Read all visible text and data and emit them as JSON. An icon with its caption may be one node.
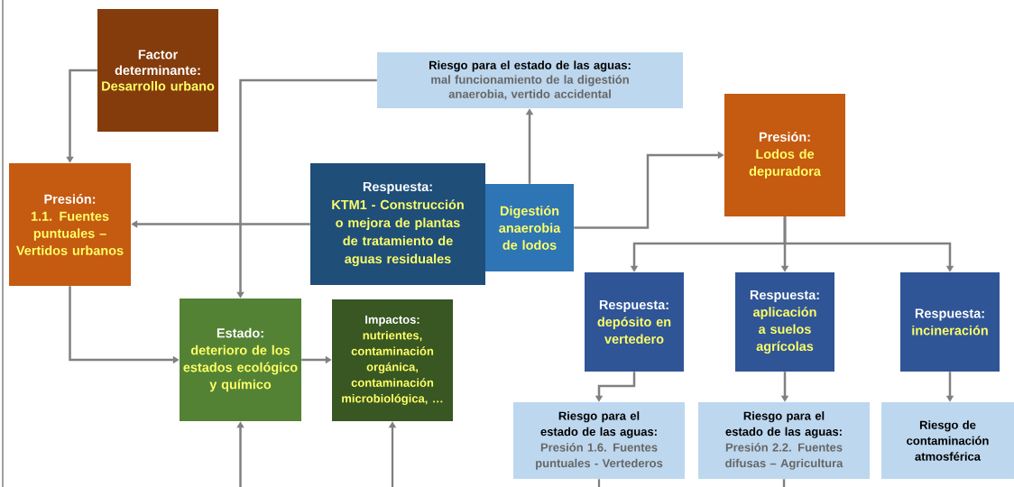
{
  "diagram": {
    "nodes": [
      {
        "text": [
          "Factor determinante:",
          "Desarrollo urbano"
        ]
      },
      {
        "text": [
          "Presión:",
          "1.1. Fuentes puntuales – Vertidos urbanos"
        ]
      },
      {
        "text": [
          "Riesgo para el estado de las aguas:",
          "mal funcionamiento de la digestión anaerobia, vertido accidental"
        ]
      },
      {
        "text": [
          "Respuesta:",
          "KTM1 - Construcción o mejora de plantas de tratamiento de aguas residuales"
        ]
      },
      {
        "text": [
          "Digestión anaerobia de lodos"
        ]
      },
      {
        "text": [
          "Presión:",
          "Lodos de depuradora"
        ]
      },
      {
        "text": [
          "Estado:",
          "deterioro de los estados ecológico y químico"
        ]
      },
      {
        "text": [
          "Impactos:",
          "nutrientes, contaminación orgánica, contaminación microbiológica, …"
        ]
      },
      {
        "text": [
          "Respuesta:",
          "depósito en vertedero"
        ]
      },
      {
        "text": [
          "Respuesta:",
          "aplicación a suelos agrícolas"
        ]
      },
      {
        "text": [
          "Respuesta:",
          "incineración"
        ]
      },
      {
        "text": [
          "Riesgo para el estado de las aguas:",
          "Presión 1.6. Fuentes puntuales - Vertederos"
        ]
      },
      {
        "text": [
          "Riesgo para el estado de las aguas:",
          "Presión 2.2. Fuentes difusas – Agricultura"
        ]
      },
      {
        "text": [
          "Riesgo de contaminación atmosférica"
        ]
      }
    ],
    "edges": [
      {
        "from": 0,
        "to": 1,
        "arrow": "to"
      },
      {
        "from": 3,
        "to": 1,
        "arrow": "to"
      },
      {
        "from": 2,
        "to": 6,
        "arrow": "to"
      },
      {
        "from": 1,
        "to": 6,
        "arrow": "to"
      },
      {
        "from": 6,
        "to": 7,
        "arrow": "to"
      },
      {
        "from": 4,
        "to": 2,
        "arrow": "to"
      },
      {
        "from": 4,
        "to": 5,
        "arrow": "to"
      },
      {
        "from": 5,
        "to": 8,
        "arrow": "to"
      },
      {
        "from": 5,
        "to": 9,
        "arrow": "to"
      },
      {
        "from": 5,
        "to": 10,
        "arrow": "to"
      },
      {
        "from": 8,
        "to": 11,
        "arrow": "to"
      },
      {
        "from": 9,
        "to": 12,
        "arrow": "to"
      },
      {
        "from": 10,
        "to": 13,
        "arrow": "to"
      },
      {
        "from": null,
        "to": 6,
        "arrow": "to"
      },
      {
        "from": null,
        "to": 7,
        "arrow": "to"
      },
      {
        "from": 11,
        "to": null,
        "arrow": "none"
      },
      {
        "from": 12,
        "to": null,
        "arrow": "none"
      }
    ]
  }
}
